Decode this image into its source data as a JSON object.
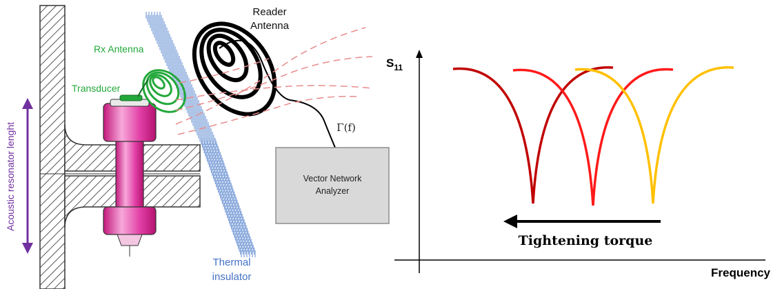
{
  "setup": {
    "labels": {
      "reader_antenna_line1": "Reader",
      "reader_antenna_line2": "Antenna",
      "rx_antenna": "Rx Antenna",
      "transducer": "Transducer",
      "gamma": "Γ(f)",
      "vna_line1": "Vector Network",
      "vna_line2": "Analyzer",
      "thermal_line1": "Thermal",
      "thermal_line2": "insulator",
      "resonator_length": "Acoustic resonator lenght"
    },
    "colors": {
      "bolt": "#e23fa6",
      "bolt_light": "#f39fd4",
      "rx_antenna": "#22a83a",
      "insulator": "#7c9fd8",
      "resonator_arrow": "#7030a0",
      "waves": "#e88c8c",
      "vna_fill": "#d9d9d9"
    }
  },
  "plot": {
    "y_label_main": "S",
    "y_label_sub": "11",
    "x_label": "Frequency",
    "arrow_label": "Tightening torque",
    "curve_colors": [
      "#c00000",
      "#ff1a1a",
      "#ffc000"
    ]
  }
}
